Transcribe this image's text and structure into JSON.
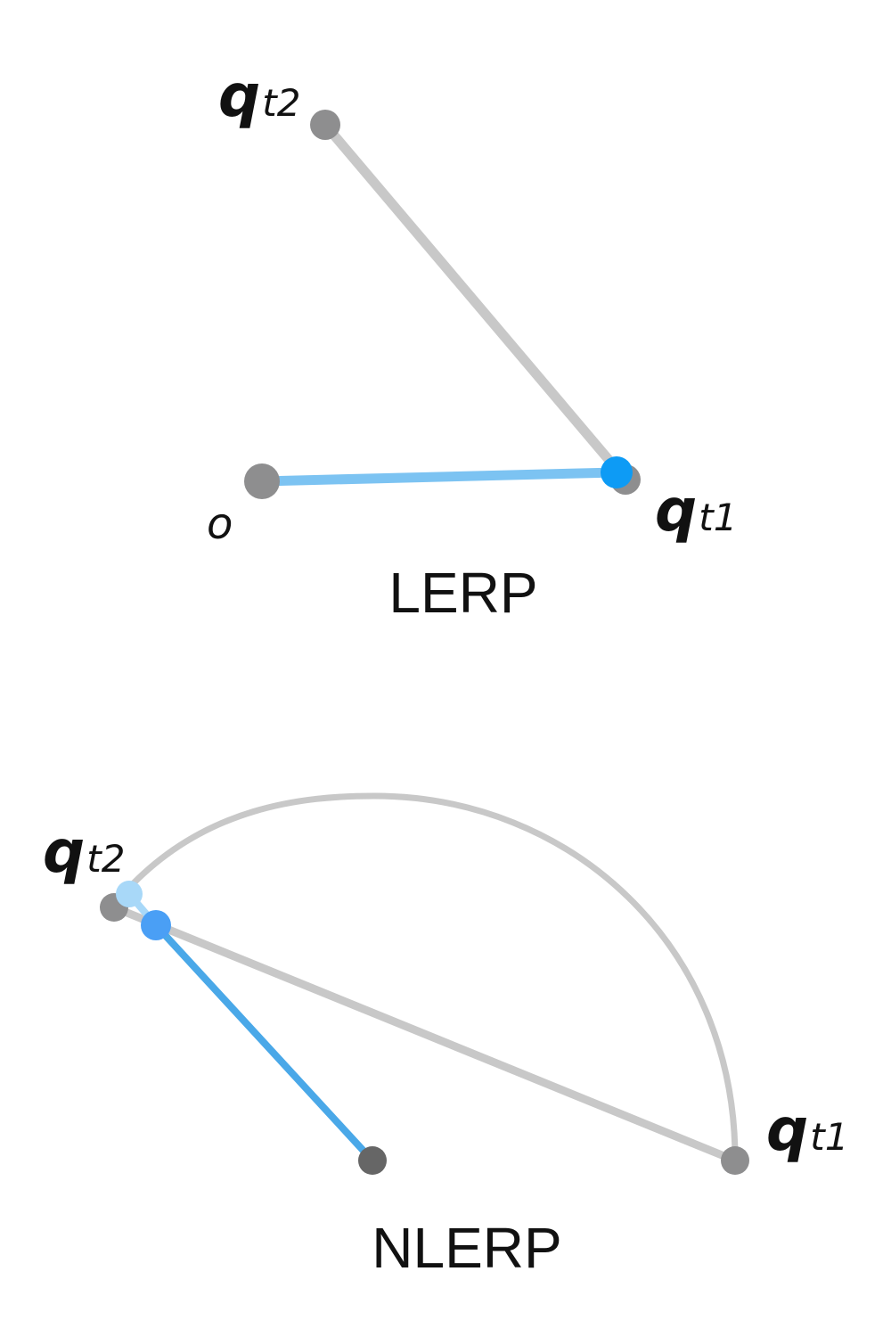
{
  "colors": {
    "gray_line": "#c8c8c8",
    "gray_point": "#8e8e8f",
    "dark_point": "#666666",
    "blue_line": "#7cc3f2",
    "blue_line_strong": "#4aa8e8",
    "blue_point": "#0d9bf5",
    "blue_point_soft": "#4a9ff5",
    "blue_point_light": "#a8d8f8",
    "text": "#111111"
  },
  "lerp": {
    "caption": "LERP",
    "labels": {
      "q2_main": "q",
      "q2_sub": "t2",
      "q1_main": "q",
      "q1_sub": "t1",
      "origin": "o"
    }
  },
  "nlerp": {
    "caption": "NLERP",
    "labels": {
      "q2_main": "q",
      "q2_sub": "t2",
      "q1_main": "q",
      "q1_sub": "t1"
    }
  }
}
